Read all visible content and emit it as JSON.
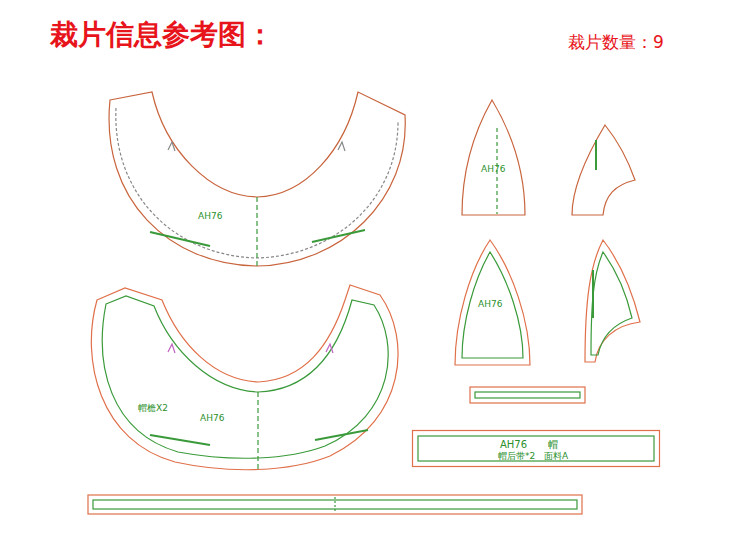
{
  "diagram": {
    "title": "裁片信息参考图：",
    "nodes": [
      {
        "text": [
          "AH76",
          "帽",
          "帽后带*2",
          "面料A"
        ]
      }
    ],
    "labels": [
      "裁片数量：9",
      "AH76",
      "帽檐X2",
      "AH76",
      "AH76",
      "AH76"
    ]
  }
}
